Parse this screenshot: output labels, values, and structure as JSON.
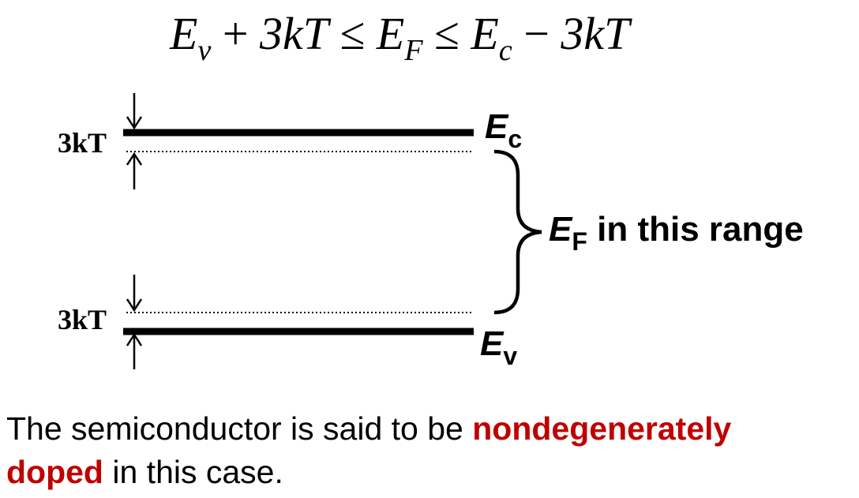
{
  "equation": {
    "ev_base": "E",
    "ev_sub": "v",
    "plus": " + ",
    "three_kt_left": "3kT",
    "leq1": " ≤ ",
    "ef_base": "E",
    "ef_sub": "F",
    "leq2": " ≤ ",
    "ec_base": "E",
    "ec_sub": "c",
    "minus": " − ",
    "three_kt_right": "3kT"
  },
  "labels": {
    "top_gap": "3kT",
    "bottom_gap": "3kT",
    "conduction_base": "E",
    "conduction_sub": "c",
    "valence_base": "E",
    "valence_sub": "v",
    "range_base": "E",
    "range_sub": "F",
    "range_text": " in this range"
  },
  "caption": {
    "before": "The semiconductor is said to be ",
    "highlight1": "nondegenerately",
    "line_break": "",
    "highlight2": "doped",
    "after": " in this case."
  },
  "colors": {
    "text": "#000000",
    "highlight": "#c00000"
  }
}
